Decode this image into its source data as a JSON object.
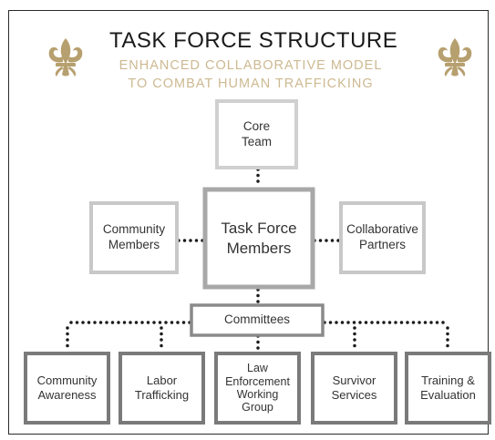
{
  "header": {
    "title": "TASK FORCE STRUCTURE",
    "subtitle_line1": "ENHANCED COLLABORATIVE MODEL",
    "subtitle_line2": "TO COMBAT HUMAN TRAFFICKING"
  },
  "nodes": {
    "core_team": "Core\nTeam",
    "task_force_members": "Task Force\nMembers",
    "community_members": "Community\nMembers",
    "collaborative_partners": "Collaborative\nPartners",
    "committees": "Committees",
    "community_awareness": "Community\nAwareness",
    "labor_trafficking": "Labor\nTrafficking",
    "law_enforcement": "Law\nEnforcement\nWorking\nGroup",
    "survivor_services": "Survivor\nServices",
    "training_evaluation": "Training &\nEvaluation"
  },
  "colors": {
    "accent_gold": "#b7a06f",
    "subtitle_gold": "#cdb991",
    "box_light": "#d0d0d0",
    "box_mid": "#a8a8a8",
    "box_dark": "#7a7a7a",
    "text": "#333333"
  },
  "icons": {
    "left": "fleur-de-lis-icon",
    "right": "fleur-de-lis-icon"
  }
}
